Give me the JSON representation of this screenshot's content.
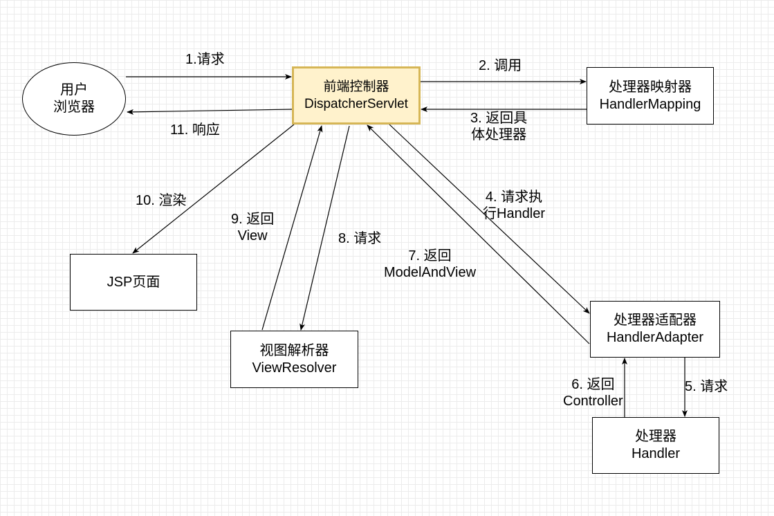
{
  "nodes": {
    "browser": {
      "line1": "用户",
      "line2": "浏览器"
    },
    "dispatcher": {
      "line1": "前端控制器",
      "line2": "DispatcherServlet"
    },
    "handler_mapping": {
      "line1": "处理器映射器",
      "line2": "HandlerMapping"
    },
    "jsp": {
      "line1": "JSP页面"
    },
    "view_resolver": {
      "line1": "视图解析器",
      "line2": "ViewResolver"
    },
    "handler_adapter": {
      "line1": "处理器适配器",
      "line2": "HandlerAdapter"
    },
    "handler": {
      "line1": "处理器",
      "line2": "Handler"
    }
  },
  "edges": {
    "e1": {
      "line1": "1.请求"
    },
    "e2": {
      "line1": "2. 调用"
    },
    "e3": {
      "line1": "3. 返回具",
      "line2": "体处理器"
    },
    "e4": {
      "line1": "4. 请求执",
      "line2": "行Handler"
    },
    "e5": {
      "line1": "5. 请求"
    },
    "e6": {
      "line1": "6. 返回",
      "line2": "Controller"
    },
    "e7": {
      "line1": "7. 返回",
      "line2": "ModelAndView"
    },
    "e8": {
      "line1": "8. 请求"
    },
    "e9": {
      "line1": "9. 返回",
      "line2": "View"
    },
    "e10": {
      "line1": "10. 渲染"
    },
    "e11": {
      "line1": "11. 响应"
    }
  },
  "colors": {
    "dispatcher_fill": "#fff2cc",
    "dispatcher_border": "#d6b656",
    "stroke": "#000000",
    "grid": "#ececec"
  }
}
